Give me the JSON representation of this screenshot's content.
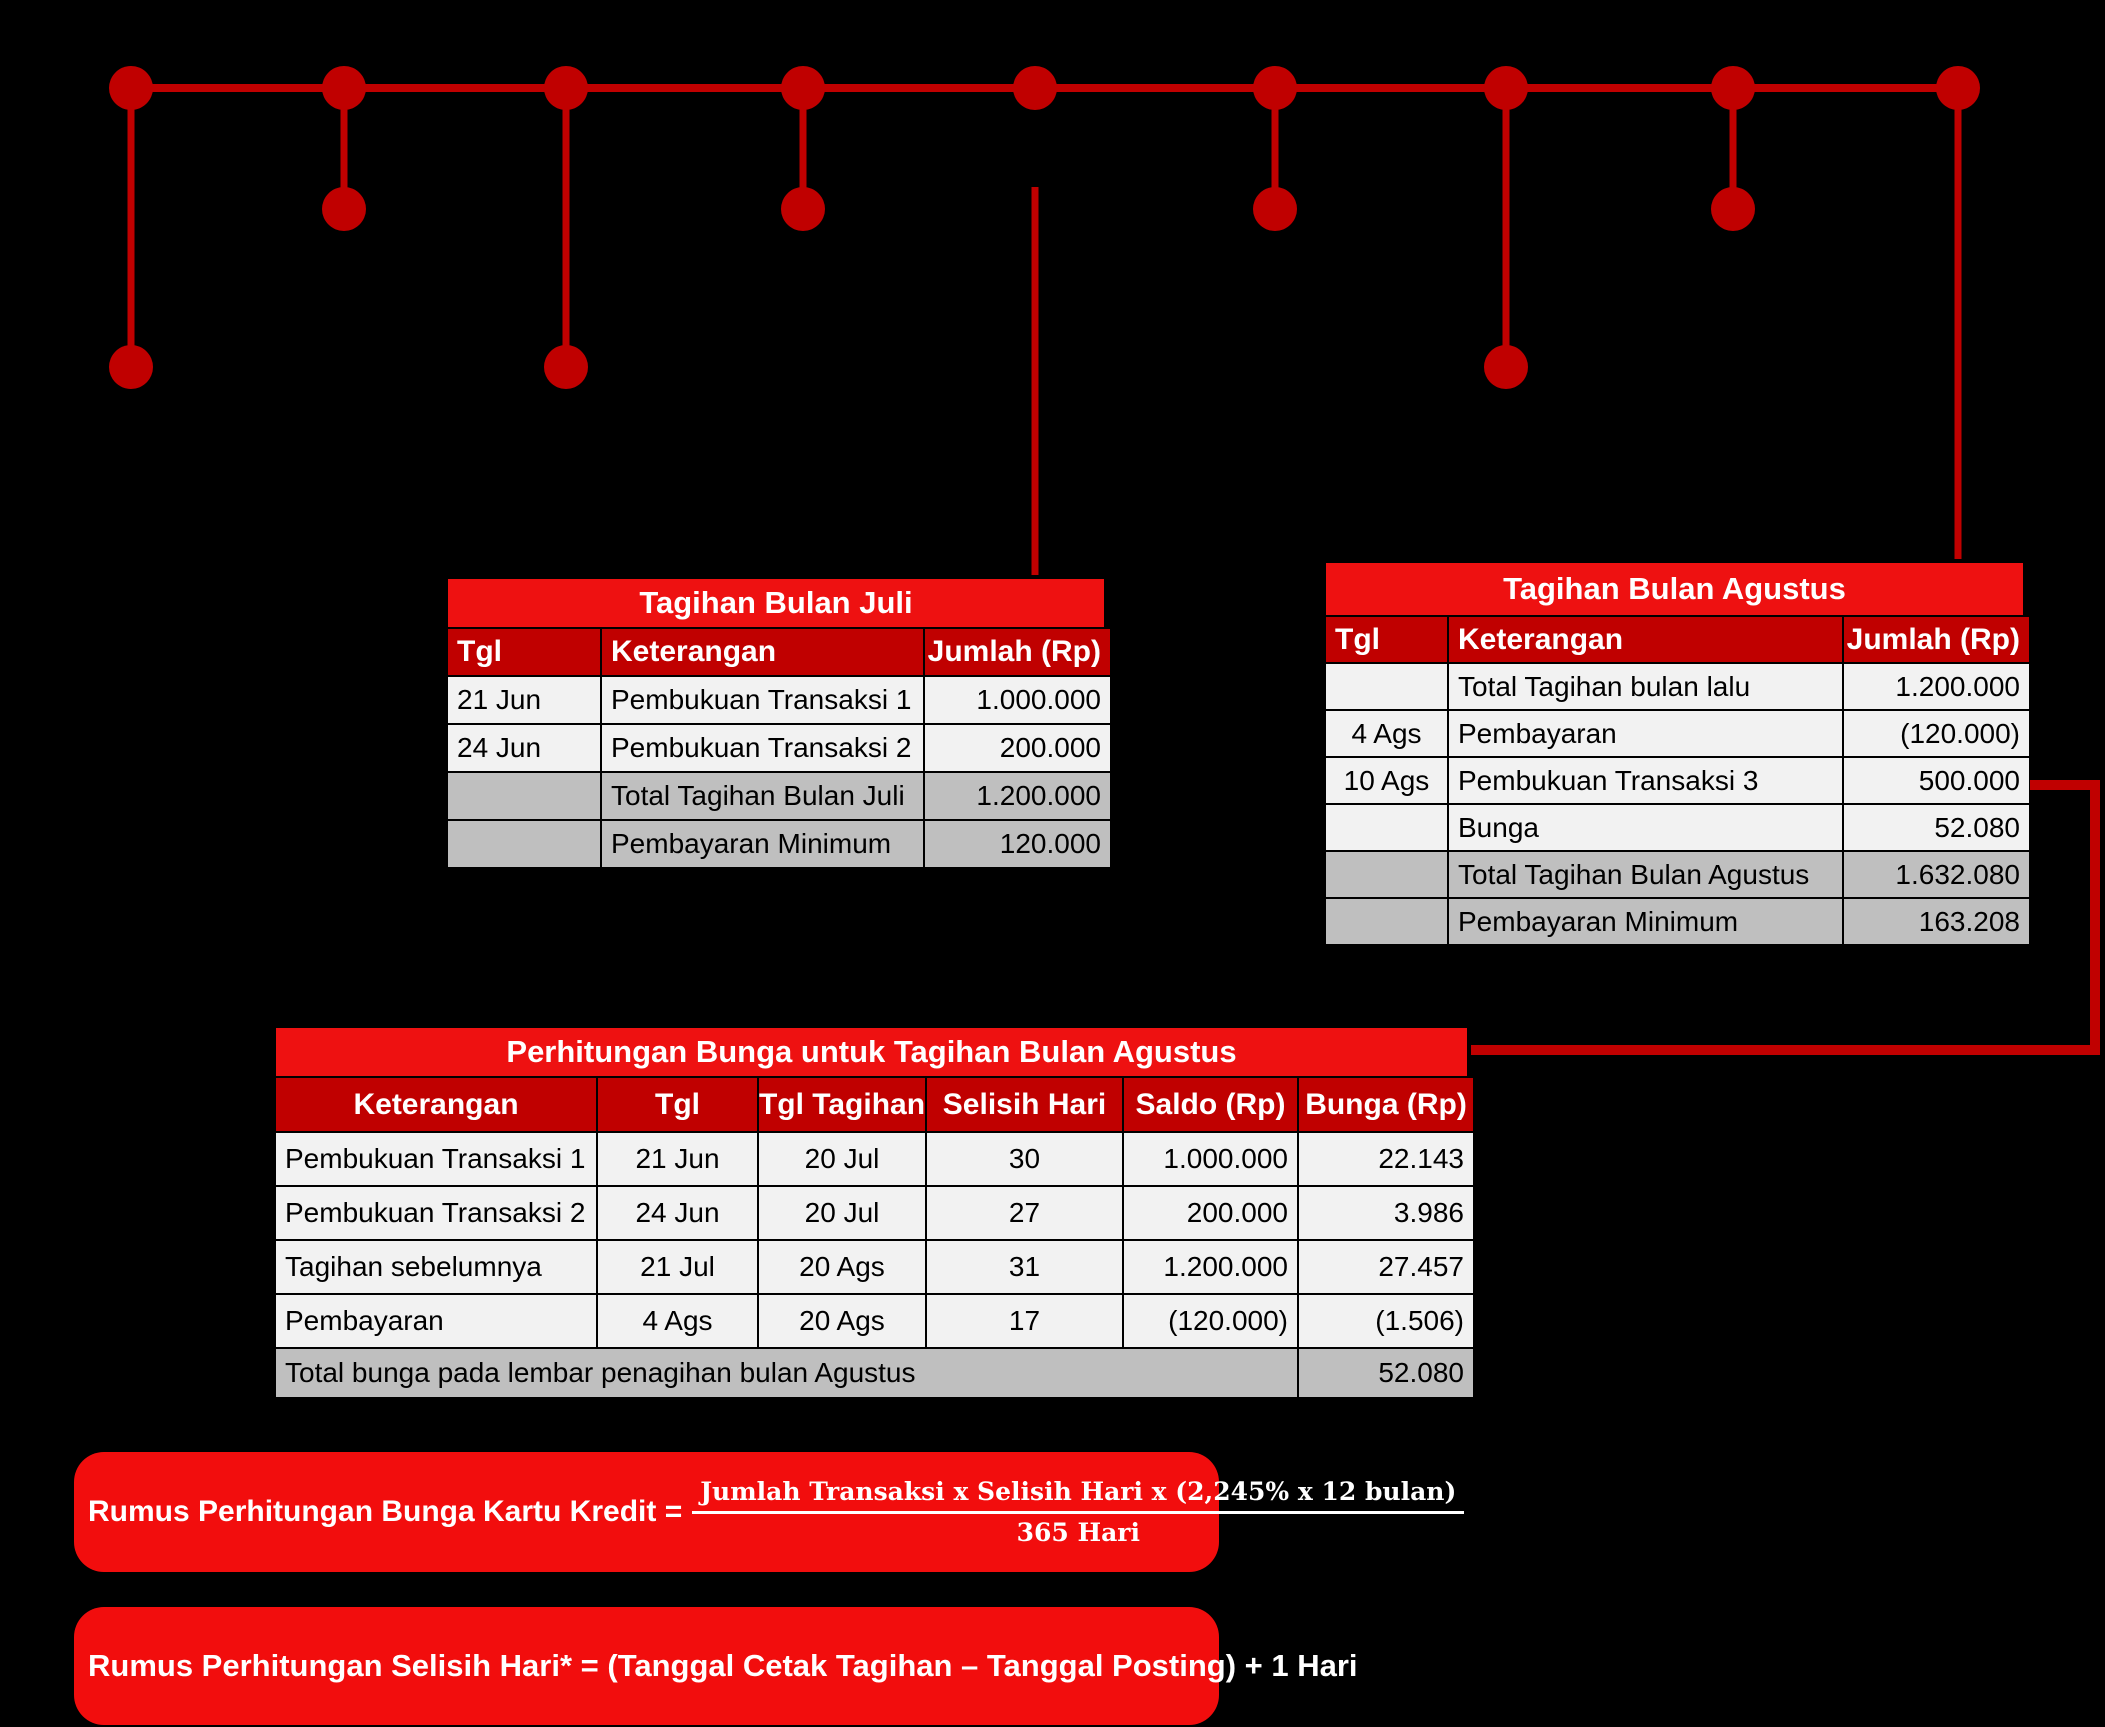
{
  "colors": {
    "background": "#000000",
    "timeline_red": "#C00000",
    "table_title_red": "#EE1111",
    "table_header_red": "#C00000",
    "row_light": "#F2F2F2",
    "row_gray": "#BFBFBF",
    "formula_box_red": "#F20D0D",
    "text_white": "#FFFFFF",
    "text_black": "#000000"
  },
  "juli_table": {
    "title": "Tagihan Bulan Juli",
    "headers": [
      "Tgl",
      "Keterangan",
      "Jumlah (Rp)"
    ],
    "rows": [
      [
        "21 Jun",
        "Pembukuan Transaksi 1",
        "1.000.000"
      ],
      [
        "24 Jun",
        "Pembukuan Transaksi 2",
        "200.000"
      ],
      [
        "",
        "Total Tagihan Bulan Juli",
        "1.200.000"
      ],
      [
        "",
        "Pembayaran Minimum",
        "120.000"
      ]
    ]
  },
  "agustus_table": {
    "title": "Tagihan Bulan Agustus",
    "headers": [
      "Tgl",
      "Keterangan",
      "Jumlah (Rp)"
    ],
    "rows": [
      [
        "",
        "Total Tagihan bulan lalu",
        "1.200.000"
      ],
      [
        "4 Ags",
        "Pembayaran",
        "(120.000)"
      ],
      [
        "10 Ags",
        "Pembukuan Transaksi 3",
        "500.000"
      ],
      [
        "",
        "Bunga",
        "52.080"
      ],
      [
        "",
        "Total Tagihan Bulan Agustus",
        "1.632.080"
      ],
      [
        "",
        "Pembayaran Minimum",
        "163.208"
      ]
    ]
  },
  "perhitungan_table": {
    "title": "Perhitungan Bunga untuk Tagihan Bulan Agustus",
    "headers": [
      "Keterangan",
      "Tgl",
      "Tgl Tagihan",
      "Selisih Hari",
      "Saldo (Rp)",
      "Bunga (Rp)"
    ],
    "rows": [
      [
        "Pembukuan Transaksi 1",
        "21 Jun",
        "20 Jul",
        "30",
        "1.000.000",
        "22.143"
      ],
      [
        "Pembukuan Transaksi 2",
        "24 Jun",
        "20 Jul",
        "27",
        "200.000",
        "3.986"
      ],
      [
        "Tagihan sebelumnya",
        "21 Jul",
        "20 Ags",
        "31",
        "1.200.000",
        "27.457"
      ],
      [
        "Pembayaran",
        "4 Ags",
        "20 Ags",
        "17",
        "(120.000)",
        "(1.506)"
      ]
    ],
    "footer": {
      "label": "Total bunga pada lembar penagihan bulan Agustus",
      "value": "52.080"
    }
  },
  "formula1": {
    "label": "Rumus Perhitungan Bunga Kartu Kredit =",
    "numerator": "Jumlah Transaksi x Selisih Hari x (2,245% x 12 bulan)",
    "denominator": "365 Hari"
  },
  "formula2": {
    "text": "Rumus Perhitungan Selisih Hari* = (Tanggal Cetak Tagihan – Tanggal Posting) + 1 Hari"
  }
}
